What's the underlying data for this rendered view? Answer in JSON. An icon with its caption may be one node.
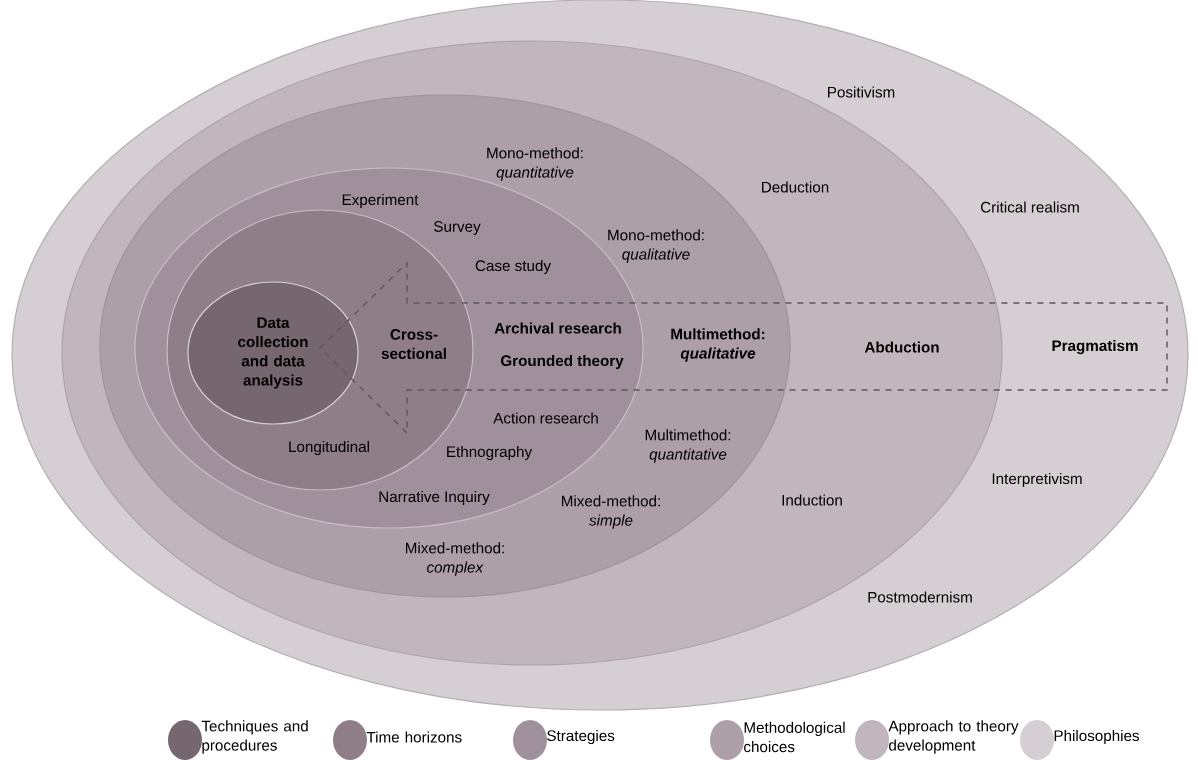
{
  "diagram": {
    "nodes": [
      {
        "text": [
          "Positivism",
          "Critical realism",
          "Pragmatism",
          "Interpretivism",
          "Postmodernism"
        ]
      },
      {
        "text": [
          "Deduction",
          "Abduction",
          "Induction"
        ],
        "in": 0
      },
      {
        "text": [
          "Mono-method: *quantitative*",
          "Mono-method: *qualitative*",
          "Multimethod: *qualitative*",
          "Multimethod: *quantitative*",
          "Mixed-method: *simple*",
          "Mixed-method: *complex*"
        ],
        "in": 1
      },
      {
        "text": [
          "Experiment",
          "Survey",
          "Case study",
          "Archival research",
          "Grounded theory",
          "Action research",
          "Ethnography",
          "Narrative Inquiry"
        ],
        "in": 2
      },
      {
        "text": [
          "Cross-sectional",
          "Longitudinal"
        ],
        "in": 3
      },
      {
        "text": [
          "Data collection and data analysis"
        ],
        "in": 4
      }
    ],
    "legend": [
      {
        "text": "Techniques and procedures",
        "color": "#75666f"
      },
      {
        "text": "Time horizons",
        "color": "#8f7d88"
      },
      {
        "text": "Strategies",
        "color": "#a0909b"
      },
      {
        "text": "Methodological choices",
        "color": "#ac9fa8"
      },
      {
        "text": "Approach to theory development",
        "color": "#c1b6be"
      },
      {
        "text": "Philosophies",
        "color": "#d5cfd3"
      }
    ]
  }
}
